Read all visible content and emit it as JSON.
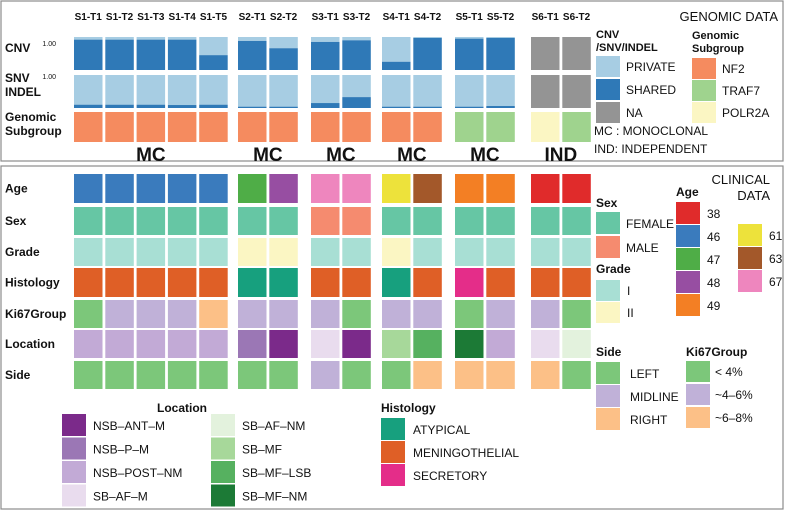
{
  "chart_data": {
    "type": "heatmap",
    "samples": [
      {
        "id": "S1-T1",
        "group": "S1"
      },
      {
        "id": "S1-T2",
        "group": "S1"
      },
      {
        "id": "S1-T3",
        "group": "S1"
      },
      {
        "id": "S1-T4",
        "group": "S1"
      },
      {
        "id": "S1-T5",
        "group": "S1"
      },
      {
        "id": "S2-T1",
        "group": "S2"
      },
      {
        "id": "S2-T2",
        "group": "S2"
      },
      {
        "id": "S3-T1",
        "group": "S3"
      },
      {
        "id": "S3-T2",
        "group": "S3"
      },
      {
        "id": "S4-T1",
        "group": "S4"
      },
      {
        "id": "S4-T2",
        "group": "S4"
      },
      {
        "id": "S5-T1",
        "group": "S5"
      },
      {
        "id": "S5-T2",
        "group": "S5"
      },
      {
        "id": "S6-T1",
        "group": "S6"
      },
      {
        "id": "S6-T2",
        "group": "S6"
      }
    ],
    "groups": [
      {
        "id": "S1",
        "clonality": "MC"
      },
      {
        "id": "S2",
        "clonality": "MC"
      },
      {
        "id": "S3",
        "clonality": "MC"
      },
      {
        "id": "S4",
        "clonality": "MC"
      },
      {
        "id": "S5",
        "clonality": "MC"
      },
      {
        "id": "S6",
        "clonality": "IND"
      }
    ],
    "genomic": {
      "title": "GENOMIC DATA",
      "cnv_label": "CNV",
      "snv_label": "SNV\nINDEL",
      "subgroup_label": "Genomic\nSubgroup",
      "axis_max_label": "1.00",
      "cnv_shared_fraction": [
        0.92,
        0.92,
        0.92,
        0.92,
        0.45,
        0.88,
        0.66,
        0.85,
        0.9,
        0.25,
        0.97,
        0.95,
        0.97,
        null,
        null
      ],
      "snv_shared_fraction": [
        0.1,
        0.1,
        0.1,
        0.09,
        0.1,
        0.04,
        0.04,
        0.15,
        0.33,
        0.04,
        0.04,
        0.04,
        0.06,
        null,
        null
      ],
      "subgroup": [
        "NF2",
        "NF2",
        "NF2",
        "NF2",
        "NF2",
        "NF2",
        "NF2",
        "NF2",
        "NF2",
        "NF2",
        "NF2",
        "TRAF7",
        "TRAF7",
        "POLR2A",
        "TRAF7"
      ]
    },
    "clinical": {
      "title": "CLINICAL\nDATA",
      "rows": [
        {
          "label": "Age",
          "key": "age",
          "values": [
            "46",
            "46",
            "46",
            "46",
            "46",
            "47",
            "48",
            "67",
            "67",
            "61",
            "63",
            "49",
            "49",
            "38",
            "38"
          ]
        },
        {
          "label": "Sex",
          "key": "sex",
          "values": [
            "FEMALE",
            "FEMALE",
            "FEMALE",
            "FEMALE",
            "FEMALE",
            "FEMALE",
            "FEMALE",
            "MALE",
            "MALE",
            "FEMALE",
            "FEMALE",
            "FEMALE",
            "FEMALE",
            "FEMALE",
            "FEMALE"
          ]
        },
        {
          "label": "Grade",
          "key": "grade",
          "values": [
            "I",
            "I",
            "I",
            "I",
            "I",
            "II",
            "II",
            "I",
            "I",
            "II",
            "I",
            "I",
            "I",
            "I",
            "I"
          ]
        },
        {
          "label": "Histology",
          "key": "histology",
          "values": [
            "MENINGOTHELIAL",
            "MENINGOTHELIAL",
            "MENINGOTHELIAL",
            "MENINGOTHELIAL",
            "MENINGOTHELIAL",
            "ATYPICAL",
            "ATYPICAL",
            "MENINGOTHELIAL",
            "MENINGOTHELIAL",
            "ATYPICAL",
            "MENINGOTHELIAL",
            "SECRETORY",
            "MENINGOTHELIAL",
            "MENINGOTHELIAL",
            "MENINGOTHELIAL"
          ]
        },
        {
          "label": "Ki67Group",
          "key": "ki67",
          "values": [
            "< 4%",
            "~4–6%",
            "~4–6%",
            "~4–6%",
            "~6–8%",
            "~4–6%",
            "~4–6%",
            "~4–6%",
            "< 4%",
            "~4–6%",
            "~4–6%",
            "< 4%",
            "~4–6%",
            "~4–6%",
            "< 4%"
          ]
        },
        {
          "label": "Location",
          "key": "location",
          "values": [
            "NSB–POST–NM",
            "NSB–POST–NM",
            "NSB–POST–NM",
            "NSB–POST–NM",
            "NSB–POST–NM",
            "NSB–P–M",
            "NSB–ANT–M",
            "SB–AF–M",
            "NSB–ANT–M",
            "SB–MF",
            "SB–MF–LSB",
            "SB–MF–NM",
            "NSB–POST–NM",
            "SB–AF–M",
            "SB–AF–NM"
          ]
        },
        {
          "label": "Side",
          "key": "side",
          "values": [
            "LEFT",
            "LEFT",
            "LEFT",
            "LEFT",
            "LEFT",
            "LEFT",
            "LEFT",
            "MIDLINE",
            "LEFT",
            "LEFT",
            "RIGHT",
            "RIGHT",
            "RIGHT",
            "RIGHT",
            "LEFT"
          ]
        }
      ]
    },
    "legends": {
      "cnv": {
        "title": "CNV\n/SNV/INDEL",
        "items": [
          {
            "label": "PRIVATE",
            "color": "#a7cde3"
          },
          {
            "label": "SHARED",
            "color": "#2f79b7"
          },
          {
            "label": "NA",
            "color": "#949494"
          }
        ]
      },
      "subgroup": {
        "title": "Genomic\nSubgroup",
        "items": [
          {
            "label": "NF2",
            "color": "#f58b5f"
          },
          {
            "label": "TRAF7",
            "color": "#9fd38e"
          },
          {
            "label": "POLR2A",
            "color": "#fbf6c3"
          }
        ]
      },
      "clonality": [
        {
          "text": "MC : MONOCLONAL"
        },
        {
          "text": "IND: INDEPENDENT"
        }
      ],
      "sex": {
        "title": "Sex",
        "items": [
          {
            "label": "FEMALE",
            "color": "#66c6a4"
          },
          {
            "label": "MALE",
            "color": "#f58b6f"
          }
        ]
      },
      "grade": {
        "title": "Grade",
        "items": [
          {
            "label": "I",
            "color": "#a8dfd4"
          },
          {
            "label": "II",
            "color": "#fbf6c3"
          }
        ]
      },
      "age": {
        "title": "Age",
        "items": [
          {
            "label": "38",
            "color": "#e02b2b"
          },
          {
            "label": "46",
            "color": "#3a7bbd"
          },
          {
            "label": "47",
            "color": "#4fad47"
          },
          {
            "label": "48",
            "color": "#974ea2"
          },
          {
            "label": "49",
            "color": "#f37f24"
          },
          {
            "label": "61",
            "color": "#ede23b"
          },
          {
            "label": "63",
            "color": "#a3582a"
          },
          {
            "label": "67",
            "color": "#ee86be"
          }
        ]
      },
      "side": {
        "title": "Side",
        "items": [
          {
            "label": "LEFT",
            "color": "#7cc77a"
          },
          {
            "label": "MIDLINE",
            "color": "#c0b1d8"
          },
          {
            "label": "RIGHT",
            "color": "#fcc087"
          }
        ]
      },
      "ki67": {
        "title": "Ki67Group",
        "items": [
          {
            "label": "< 4%",
            "color": "#7cc77a"
          },
          {
            "label": "~4–6%",
            "color": "#c0b1d8"
          },
          {
            "label": "~6–8%",
            "color": "#fcc087"
          }
        ]
      },
      "location": {
        "title": "Location",
        "items": [
          {
            "label": "NSB–ANT–M",
            "color": "#7b2a8a"
          },
          {
            "label": "NSB–P–M",
            "color": "#9b77b5"
          },
          {
            "label": "NSB–POST–NM",
            "color": "#c2aad6"
          },
          {
            "label": "SB–AF–M",
            "color": "#e9dcee"
          },
          {
            "label": "SB–AF–NM",
            "color": "#e3f2dd"
          },
          {
            "label": "SB–MF",
            "color": "#a7d89a"
          },
          {
            "label": "SB–MF–LSB",
            "color": "#56b160"
          },
          {
            "label": "SB–MF–NM",
            "color": "#1c7a36"
          }
        ]
      },
      "histology": {
        "title": "Histology",
        "items": [
          {
            "label": "ATYPICAL",
            "color": "#17a07e"
          },
          {
            "label": "MENINGOTHELIAL",
            "color": "#df5f26"
          },
          {
            "label": "SECRETORY",
            "color": "#e42d89"
          }
        ]
      }
    },
    "colors": {
      "private": "#a7cde3",
      "shared": "#2f79b7",
      "na": "#949494",
      "frame": "#8c8c8c"
    }
  }
}
